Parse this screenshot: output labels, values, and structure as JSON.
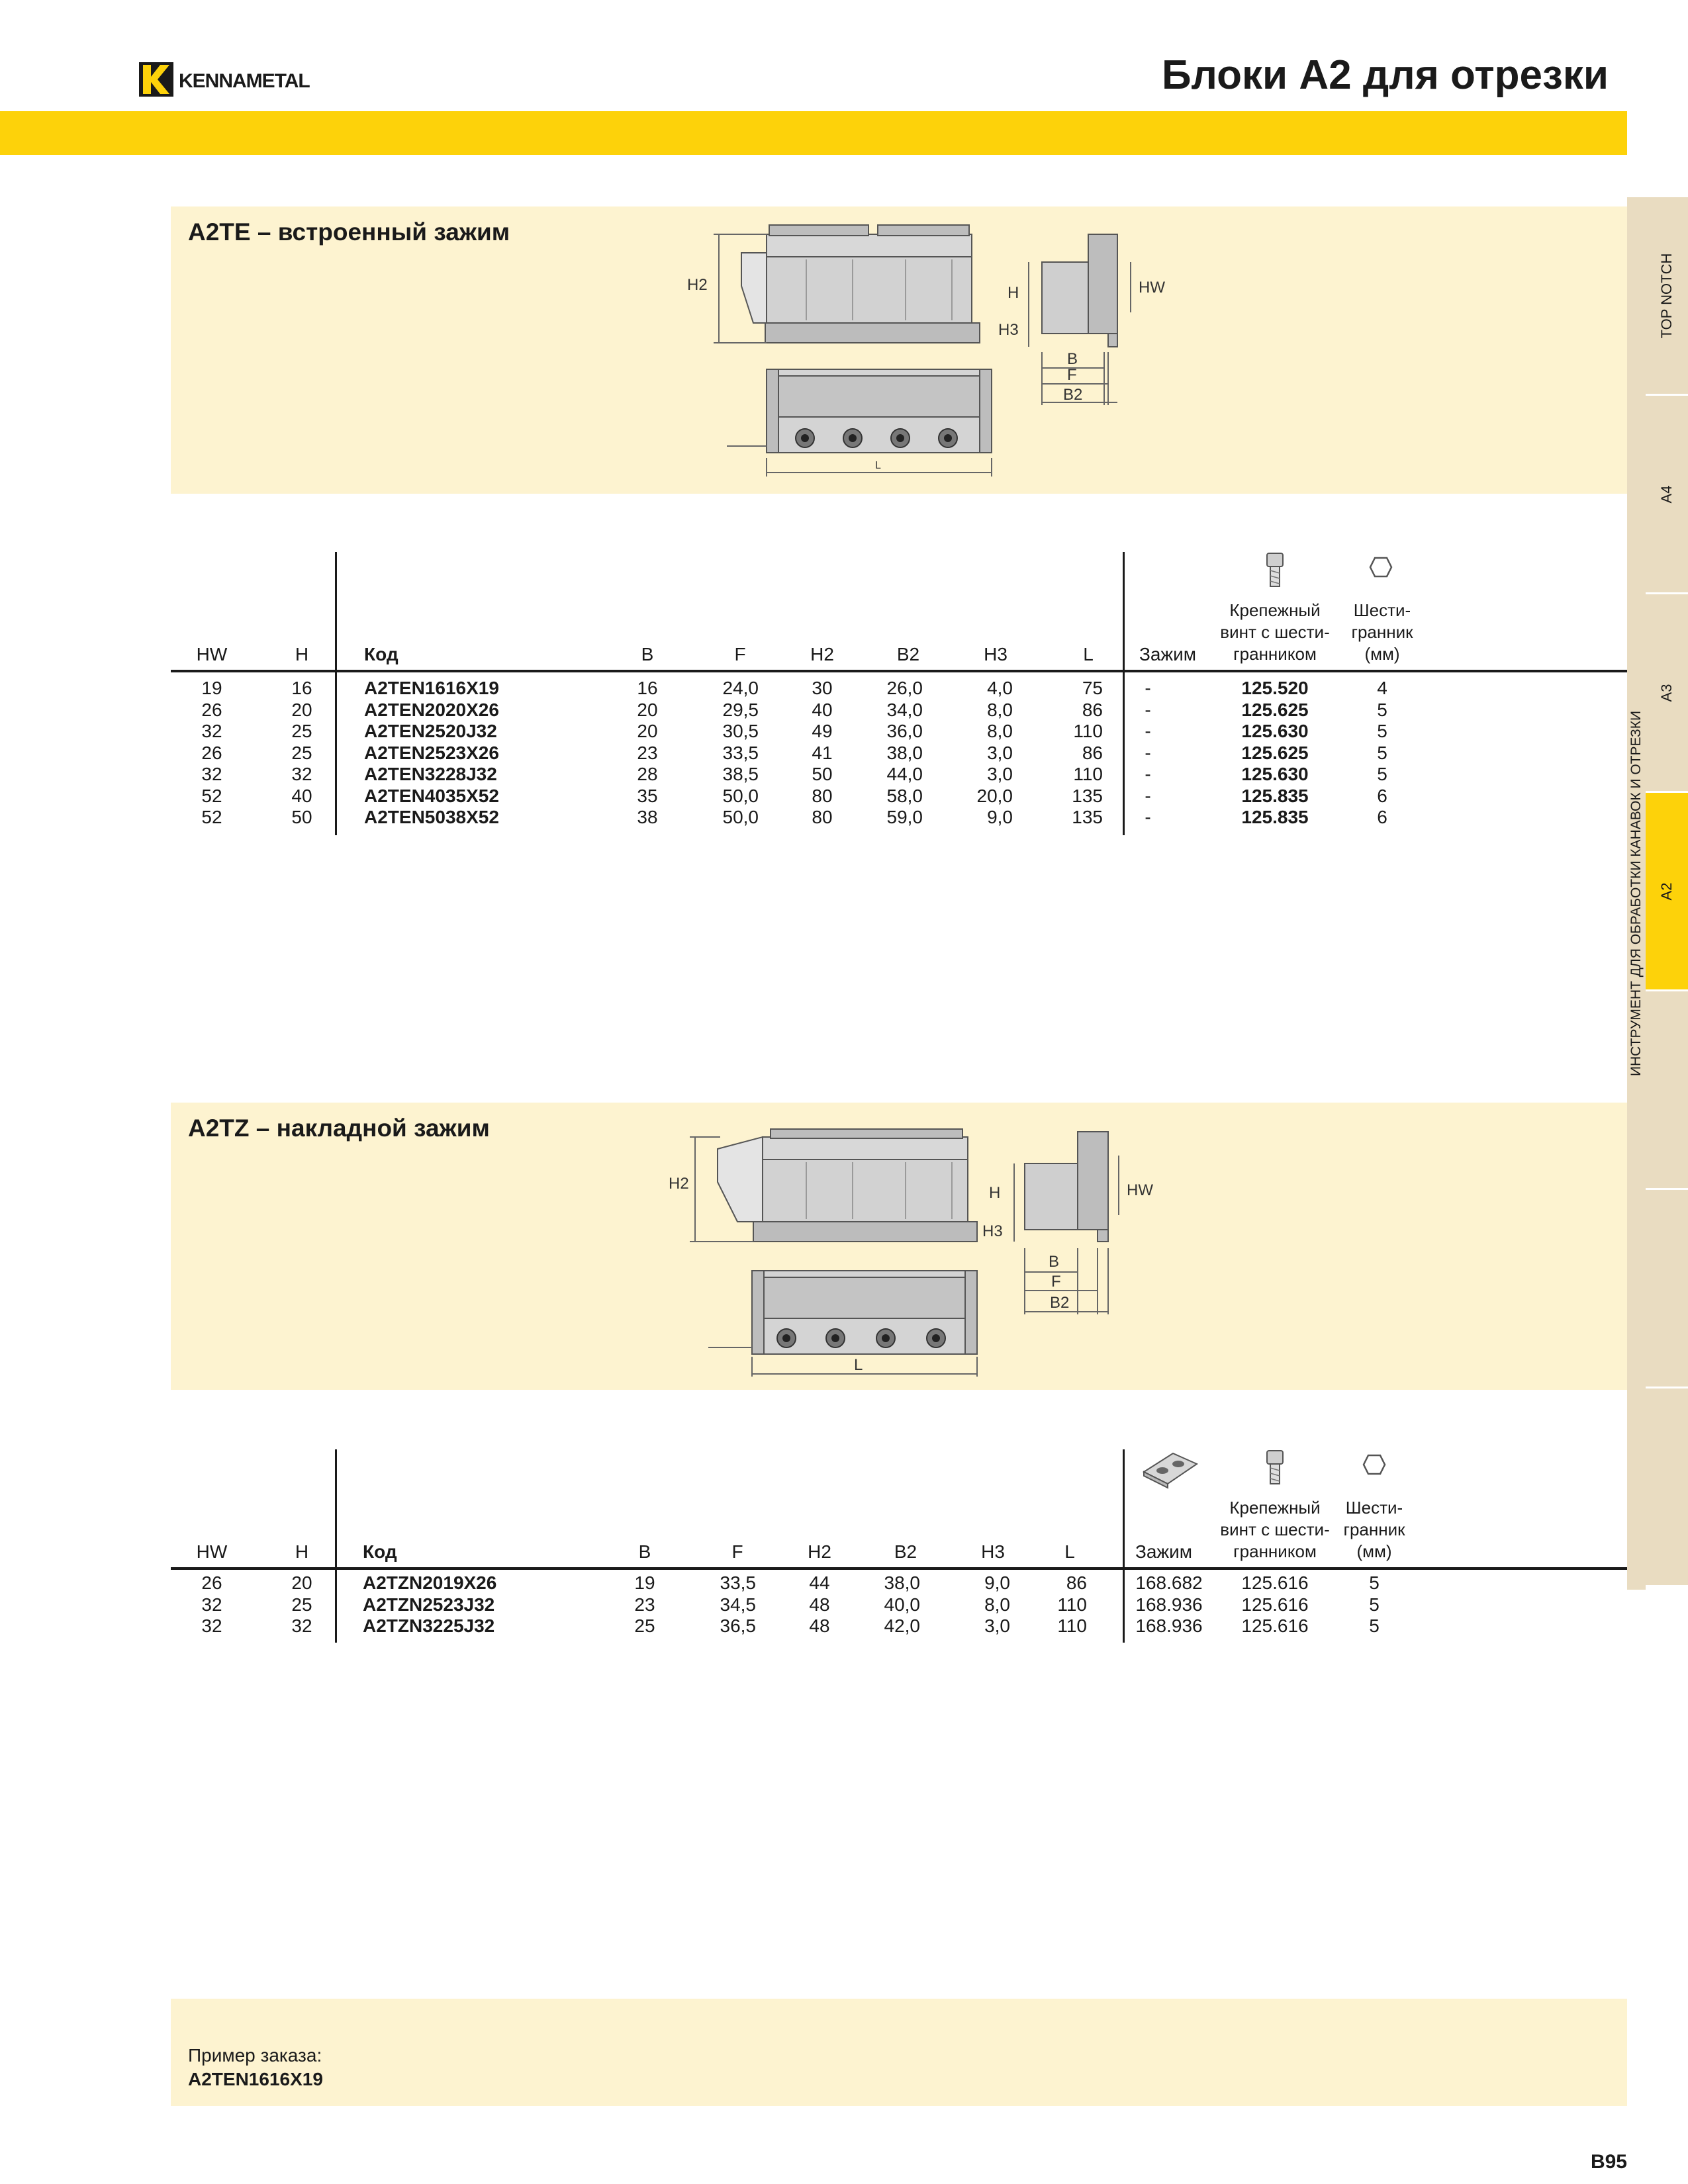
{
  "header": {
    "brand": "KENNAMETAL",
    "title": "Блоки A2 для отрезки"
  },
  "section1": {
    "title": "A2TE – встроенный зажим",
    "drawing_labels": {
      "h2": "H2",
      "h": "H",
      "hw": "HW",
      "h3": "H3",
      "b": "B",
      "f": "F",
      "b2": "B2",
      "l": "L"
    },
    "headers": {
      "hw": "HW",
      "h": "H",
      "code": "Код",
      "b": "B",
      "f": "F",
      "h2": "H2",
      "b2": "B2",
      "h3": "H3",
      "l": "L",
      "clamp": "Зажим",
      "screw": "Крепежный\nвинт с шести-\nгранником",
      "hex": "Шести-\nгранник\n(мм)"
    },
    "rows": [
      {
        "hw": "19",
        "h": "16",
        "code": "A2TEN1616X19",
        "b": "16",
        "f": "24,0",
        "h2": "30",
        "b2": "26,0",
        "h3": "4,0",
        "l": "75",
        "clamp": "-",
        "screw": "125.520",
        "hex": "4"
      },
      {
        "hw": "26",
        "h": "20",
        "code": "A2TEN2020X26",
        "b": "20",
        "f": "29,5",
        "h2": "40",
        "b2": "34,0",
        "h3": "8,0",
        "l": "86",
        "clamp": "-",
        "screw": "125.625",
        "hex": "5"
      },
      {
        "hw": "32",
        "h": "25",
        "code": "A2TEN2520J32",
        "b": "20",
        "f": "30,5",
        "h2": "49",
        "b2": "36,0",
        "h3": "8,0",
        "l": "110",
        "clamp": "-",
        "screw": "125.630",
        "hex": "5"
      },
      {
        "hw": "26",
        "h": "25",
        "code": "A2TEN2523X26",
        "b": "23",
        "f": "33,5",
        "h2": "41",
        "b2": "38,0",
        "h3": "3,0",
        "l": "86",
        "clamp": "-",
        "screw": "125.625",
        "hex": "5"
      },
      {
        "hw": "32",
        "h": "32",
        "code": "A2TEN3228J32",
        "b": "28",
        "f": "38,5",
        "h2": "50",
        "b2": "44,0",
        "h3": "3,0",
        "l": "110",
        "clamp": "-",
        "screw": "125.630",
        "hex": "5"
      },
      {
        "hw": "52",
        "h": "40",
        "code": "A2TEN4035X52",
        "b": "35",
        "f": "50,0",
        "h2": "80",
        "b2": "58,0",
        "h3": "20,0",
        "l": "135",
        "clamp": "-",
        "screw": "125.835",
        "hex": "6"
      },
      {
        "hw": "52",
        "h": "50",
        "code": "A2TEN5038X52",
        "b": "38",
        "f": "50,0",
        "h2": "80",
        "b2": "59,0",
        "h3": "9,0",
        "l": "135",
        "clamp": "-",
        "screw": "125.835",
        "hex": "6"
      }
    ]
  },
  "section2": {
    "title": "A2TZ – накладной зажим",
    "drawing_labels": {
      "h2": "H2",
      "h": "H",
      "hw": "HW",
      "h3": "H3",
      "b": "B",
      "f": "F",
      "b2": "B2",
      "l": "L"
    },
    "headers": {
      "hw": "HW",
      "h": "H",
      "code": "Код",
      "b": "B",
      "f": "F",
      "h2": "H2",
      "b2": "B2",
      "h3": "H3",
      "l": "L",
      "clamp": "Зажим",
      "screw": "Крепежный\nвинт с шести-\nгранником",
      "hex": "Шести-\nгранник\n(мм)"
    },
    "rows": [
      {
        "hw": "26",
        "h": "20",
        "code": "A2TZN2019X26",
        "b": "19",
        "f": "33,5",
        "h2": "44",
        "b2": "38,0",
        "h3": "9,0",
        "l": "86",
        "clamp": "168.682",
        "screw": "125.616",
        "hex": "5"
      },
      {
        "hw": "32",
        "h": "25",
        "code": "A2TZN2523J32",
        "b": "23",
        "f": "34,5",
        "h2": "48",
        "b2": "40,0",
        "h3": "8,0",
        "l": "110",
        "clamp": "168.936",
        "screw": "125.616",
        "hex": "5"
      },
      {
        "hw": "32",
        "h": "32",
        "code": "A2TZN3225J32",
        "b": "25",
        "f": "36,5",
        "h2": "48",
        "b2": "42,0",
        "h3": "3,0",
        "l": "110",
        "clamp": "168.936",
        "screw": "125.616",
        "hex": "5"
      }
    ]
  },
  "order_example": {
    "label": "Пример заказа:",
    "value": "A2TEN1616X19"
  },
  "sidebar": {
    "vertical_label": "ИНСТРУМЕНТ ДЛЯ ОБРАБОТКИ КАНАВОК И ОТРЕЗКИ",
    "tabs": [
      {
        "label": "TOP NOTCH",
        "active": false
      },
      {
        "label": "A4",
        "active": false
      },
      {
        "label": "A3",
        "active": false
      },
      {
        "label": "A2",
        "active": true
      },
      {
        "label": "",
        "active": false
      },
      {
        "label": "",
        "active": false
      },
      {
        "label": "",
        "active": false
      }
    ]
  },
  "footer": {
    "page_number": "B95"
  },
  "colors": {
    "accent_yellow": "#fdd20a",
    "panel_cream": "#fdf3d0",
    "tab_beige": "#e9dcc1"
  }
}
